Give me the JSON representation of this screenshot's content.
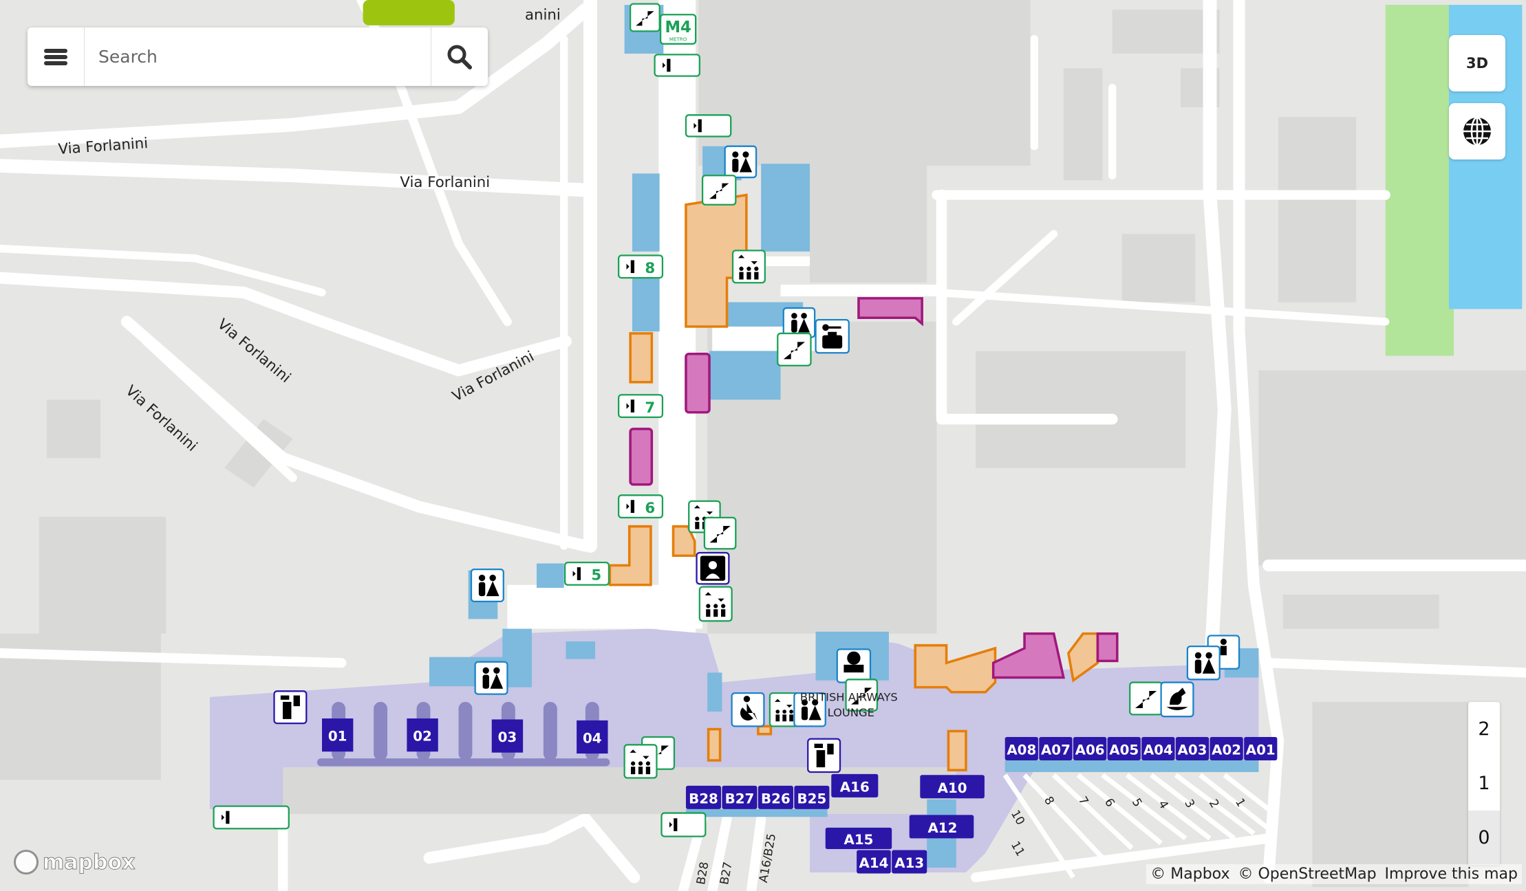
{
  "search": {
    "placeholder": "Search",
    "menu_icon": "hamburger-menu-icon",
    "search_icon": "magnifier-icon"
  },
  "controls": {
    "view_3d_label": "3D",
    "globe_icon": "globe-icon"
  },
  "floors": {
    "items": [
      "2",
      "1",
      "0"
    ],
    "selected": "0"
  },
  "attribution": {
    "mapbox": "© Mapbox",
    "osm": "© OpenStreetMap",
    "improve": "Improve this map"
  },
  "logo": {
    "text": "mapbox"
  },
  "streets": {
    "s1": "Via Forlanini",
    "s2": "Via Forlanini",
    "s3": "Via Forlanini",
    "s4": "Via Forlanini",
    "s5": "Via Forlanini",
    "top": "anini"
  },
  "gates": {
    "g01": "01",
    "g02": "02",
    "g03": "03",
    "g04": "04",
    "a_row": [
      "A08",
      "A07",
      "A06",
      "A05",
      "A04",
      "A03",
      "A02",
      "A01"
    ],
    "a16": "A16",
    "a10": "A10",
    "a12": "A12",
    "a15": "A15",
    "a14": "A14",
    "a13": "A13",
    "b_row": [
      "B28",
      "B27",
      "B26",
      "B25"
    ]
  },
  "entrances": {
    "e8": "8",
    "e7": "7",
    "e6": "6",
    "e5": "5"
  },
  "metro": {
    "line": "M4",
    "sub": "METRO"
  },
  "lounge": {
    "line1": "BRITISH AIRWAYS",
    "line2": "LOUNGE"
  },
  "stands": [
    "10",
    "8",
    "7",
    "6",
    "5",
    "4",
    "3",
    "2",
    "1",
    "11"
  ],
  "stand_lanes": [
    "B28",
    "B27",
    "A16/B25"
  ],
  "colors": {
    "ground": "#e6e6e4",
    "building": "#d9d9d8",
    "road": "#ffffff",
    "terminal": "#c9c6e6",
    "service_blue": "#7dbadd",
    "shop_orange": "#f1c594",
    "shop_orange_border": "#e57e0a",
    "food_magenta": "#d678bd",
    "food_magenta_border": "#a0187c",
    "gate": "#2a17a8",
    "marker_green": "#1aa156",
    "marker_blue": "#1b83c9",
    "park_green": "#b2e49a",
    "water_blue": "#78cdf2"
  }
}
